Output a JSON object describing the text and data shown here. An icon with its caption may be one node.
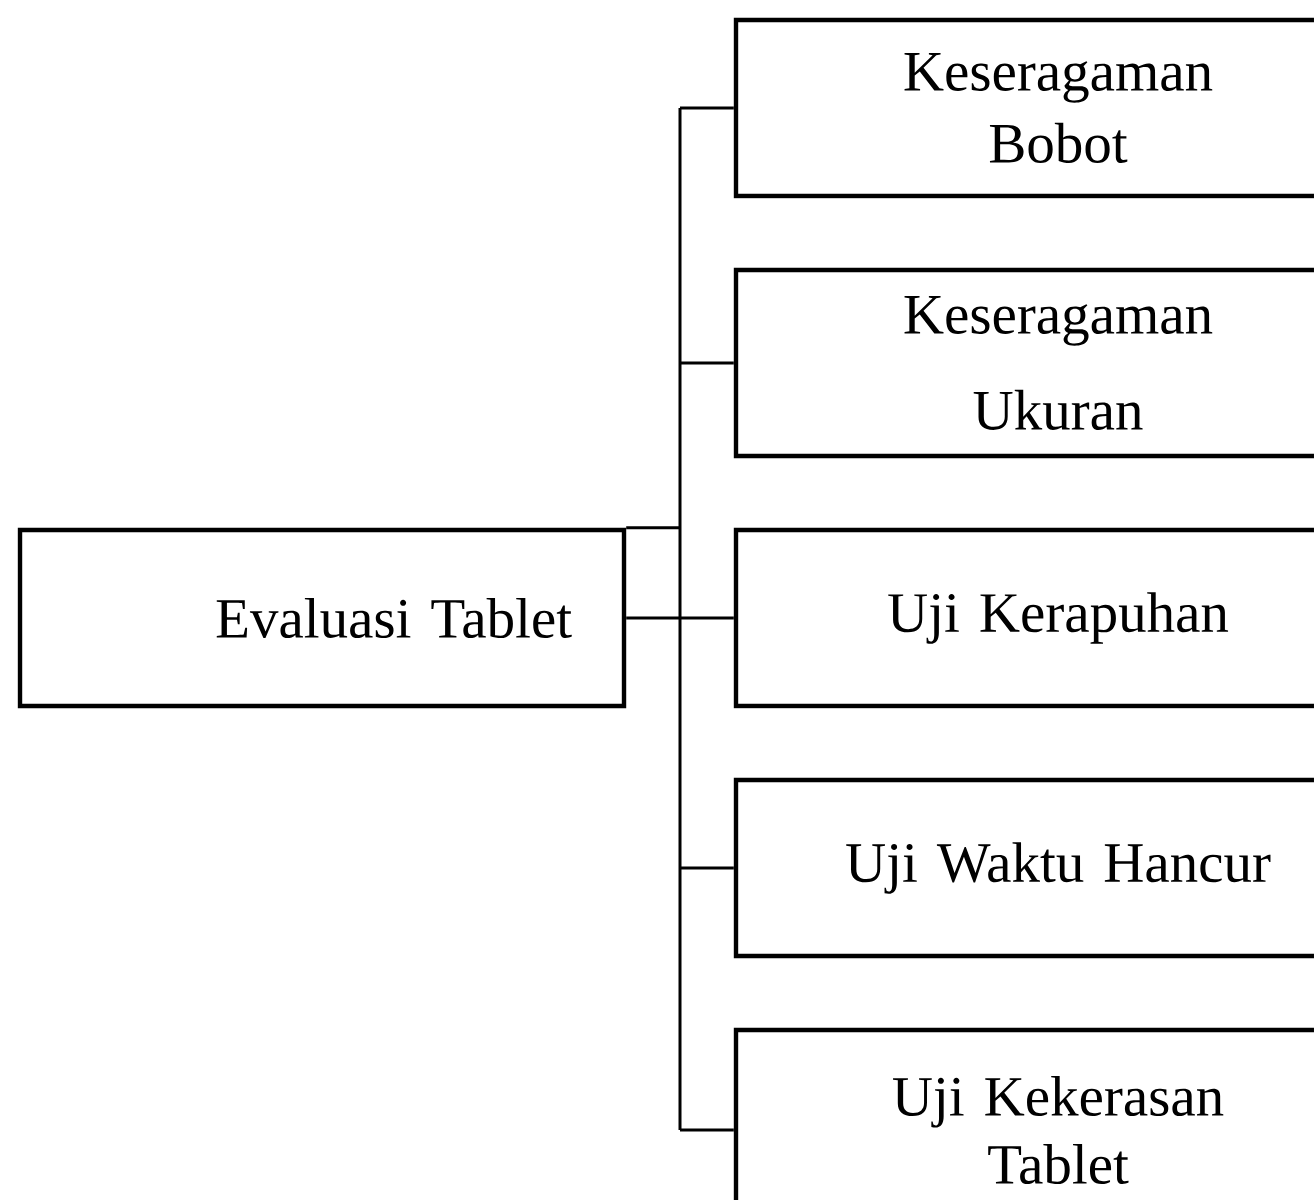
{
  "diagram": {
    "nodes": [
      {
        "text": [
          "Evaluasi Tablet"
        ]
      },
      {
        "text": [
          "Keseragaman Bobot"
        ]
      },
      {
        "text": [
          "Keseragaman Ukuran"
        ]
      },
      {
        "text": [
          "Uji Kerapuhan"
        ]
      },
      {
        "text": [
          "Uji Waktu Hancur"
        ]
      },
      {
        "text": [
          "Uji Kekerasan Tablet"
        ]
      }
    ],
    "edges": [
      {
        "from": 0,
        "to": 1,
        "arrow": "none"
      },
      {
        "from": 0,
        "to": 2,
        "arrow": "none"
      },
      {
        "from": 0,
        "to": 3,
        "arrow": "none"
      },
      {
        "from": 0,
        "to": 4,
        "arrow": "none"
      },
      {
        "from": 0,
        "to": 5,
        "arrow": "none"
      }
    ]
  }
}
